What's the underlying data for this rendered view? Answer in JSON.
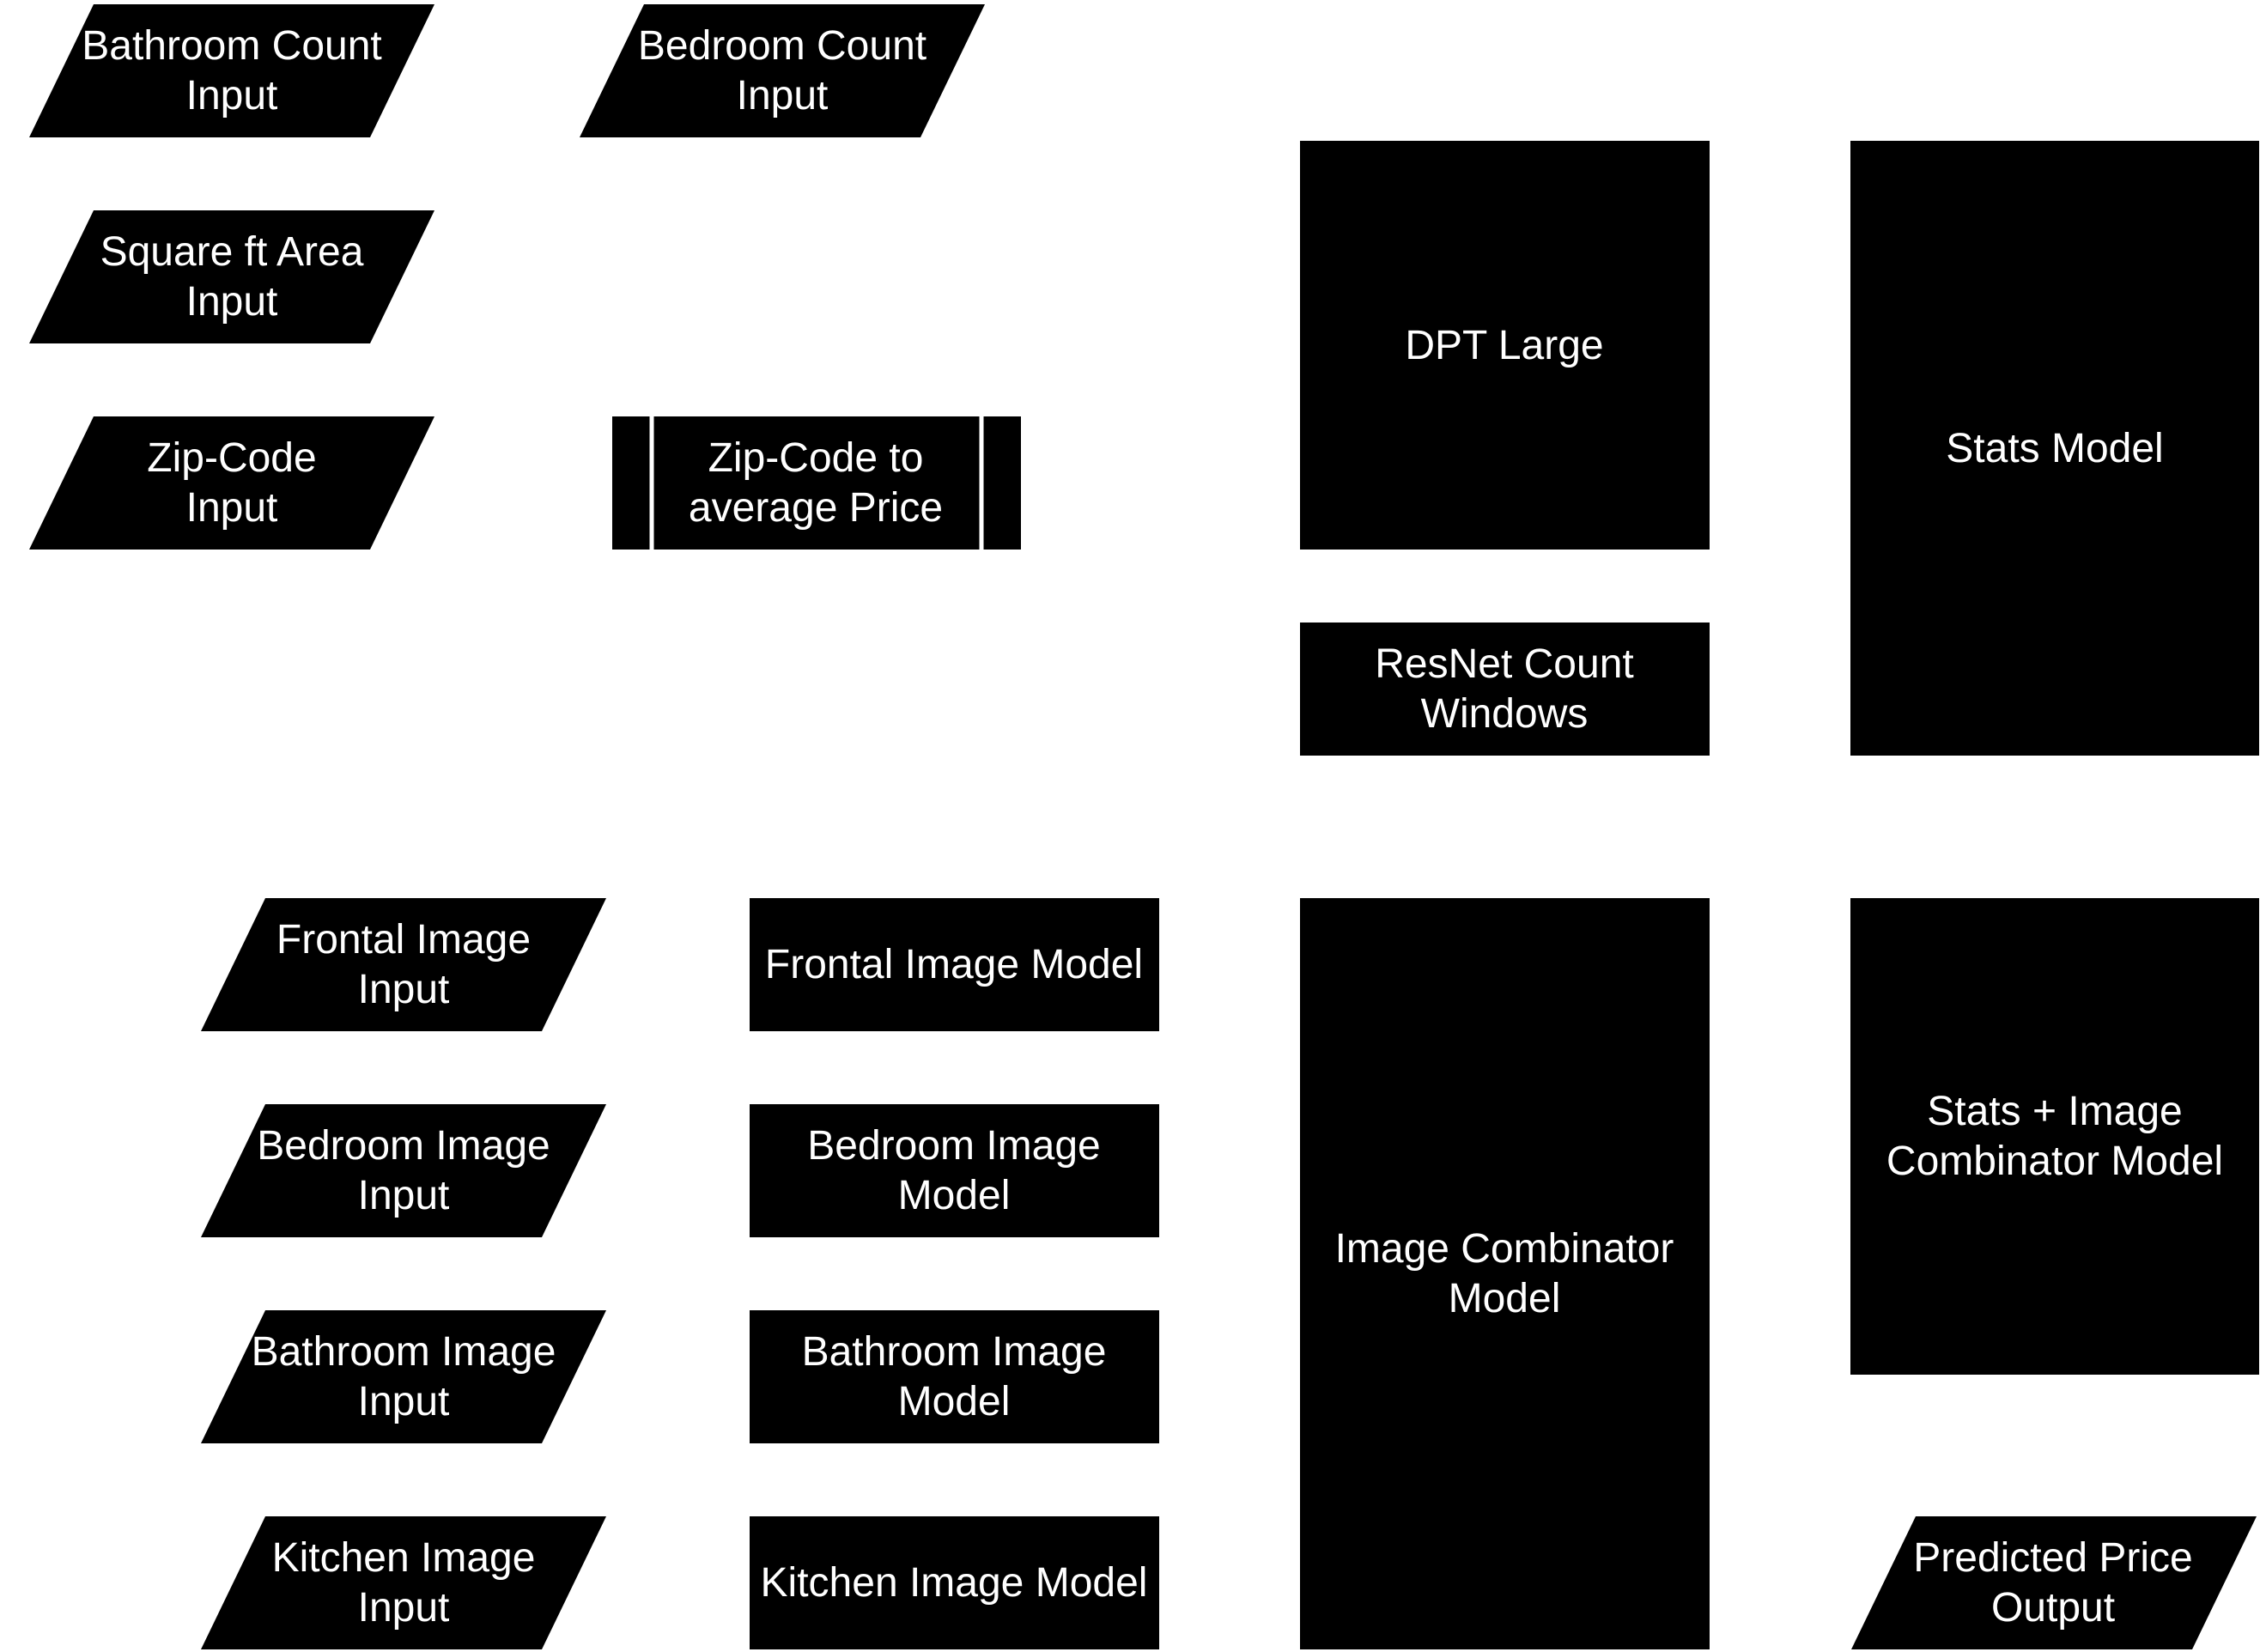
{
  "nodes": {
    "bathroom_count_input": {
      "label": [
        "Bathroom Count",
        "Input"
      ]
    },
    "bedroom_count_input": {
      "label": [
        "Bedroom Count",
        "Input"
      ]
    },
    "square_ft_area_input": {
      "label": [
        "Square ft Area",
        "Input"
      ]
    },
    "zip_code_input": {
      "label": [
        "Zip-Code",
        "Input"
      ]
    },
    "zip_code_to_average_price": {
      "label": [
        "Zip-Code to",
        "average Price"
      ]
    },
    "dpt_large": {
      "label": [
        "DPT Large"
      ]
    },
    "resnet_count_windows": {
      "label": [
        "ResNet Count",
        "Windows"
      ]
    },
    "stats_model": {
      "label": [
        "Stats Model"
      ]
    },
    "frontal_image_input": {
      "label": [
        "Frontal Image",
        "Input"
      ]
    },
    "bedroom_image_input": {
      "label": [
        "Bedroom Image",
        "Input"
      ]
    },
    "bathroom_image_input": {
      "label": [
        "Bathroom Image",
        "Input"
      ]
    },
    "kitchen_image_input": {
      "label": [
        "Kitchen Image",
        "Input"
      ]
    },
    "frontal_image_model": {
      "label": [
        "Frontal Image Model"
      ]
    },
    "bedroom_image_model": {
      "label": [
        "Bedroom Image",
        "Model"
      ]
    },
    "bathroom_image_model": {
      "label": [
        "Bathroom Image",
        "Model"
      ]
    },
    "kitchen_image_model": {
      "label": [
        "Kitchen Image Model"
      ]
    },
    "image_combinator_model": {
      "label": [
        "Image Combinator",
        "Model"
      ]
    },
    "stats_image_combinator_model": {
      "label": [
        "Stats + Image",
        "Combinator Model"
      ]
    },
    "predicted_price_output": {
      "label": [
        "Predicted Price",
        "Output"
      ]
    }
  },
  "colors": {
    "shape_fill": "#000000",
    "text": "#ffffff",
    "background": "#ffffff"
  }
}
